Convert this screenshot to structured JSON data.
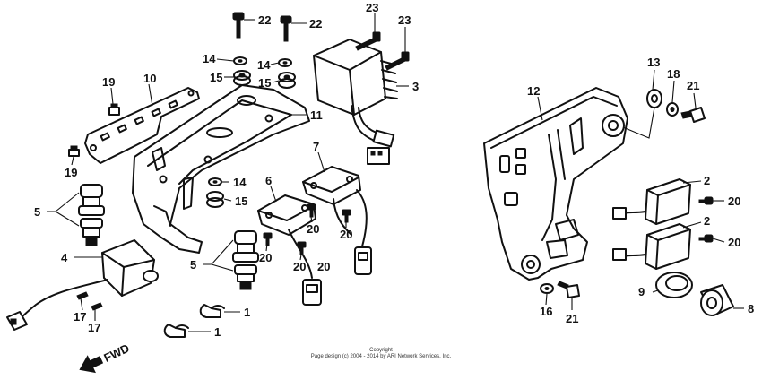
{
  "callouts": [
    {
      "id": "c22a",
      "label": "22"
    },
    {
      "id": "c22b",
      "label": "22"
    },
    {
      "id": "c23a",
      "label": "23"
    },
    {
      "id": "c23b",
      "label": "23"
    },
    {
      "id": "c14a",
      "label": "14"
    },
    {
      "id": "c14b",
      "label": "14"
    },
    {
      "id": "c15a",
      "label": "15"
    },
    {
      "id": "c15b",
      "label": "15"
    },
    {
      "id": "c3",
      "label": "3"
    },
    {
      "id": "c19a",
      "label": "19"
    },
    {
      "id": "c10",
      "label": "10"
    },
    {
      "id": "c11",
      "label": "11"
    },
    {
      "id": "c19b",
      "label": "19"
    },
    {
      "id": "c7",
      "label": "7"
    },
    {
      "id": "c6",
      "label": "6"
    },
    {
      "id": "c14c",
      "label": "14"
    },
    {
      "id": "c15c",
      "label": "15"
    },
    {
      "id": "c5a",
      "label": "5"
    },
    {
      "id": "c5b",
      "label": "5"
    },
    {
      "id": "c4",
      "label": "4"
    },
    {
      "id": "c20a",
      "label": "20"
    },
    {
      "id": "c20b",
      "label": "20"
    },
    {
      "id": "c20c",
      "label": "20"
    },
    {
      "id": "c20d",
      "label": "20"
    },
    {
      "id": "c20e",
      "label": "20"
    },
    {
      "id": "c17a",
      "label": "17"
    },
    {
      "id": "c17b",
      "label": "17"
    },
    {
      "id": "c1a",
      "label": "1"
    },
    {
      "id": "c1b",
      "label": "1"
    },
    {
      "id": "c12",
      "label": "12"
    },
    {
      "id": "c13",
      "label": "13"
    },
    {
      "id": "c18",
      "label": "18"
    },
    {
      "id": "c21a",
      "label": "21"
    },
    {
      "id": "c21b",
      "label": "21"
    },
    {
      "id": "c2a",
      "label": "2"
    },
    {
      "id": "c2b",
      "label": "2"
    },
    {
      "id": "c20f",
      "label": "20"
    },
    {
      "id": "c20g",
      "label": "20"
    },
    {
      "id": "c9",
      "label": "9"
    },
    {
      "id": "c8",
      "label": "8"
    },
    {
      "id": "c16",
      "label": "16"
    }
  ],
  "direction_label": "FWD",
  "copyright": {
    "line1": "Copyright",
    "line2": "Page design (c) 2004 - 2014 by ARI Network Services, Inc."
  }
}
